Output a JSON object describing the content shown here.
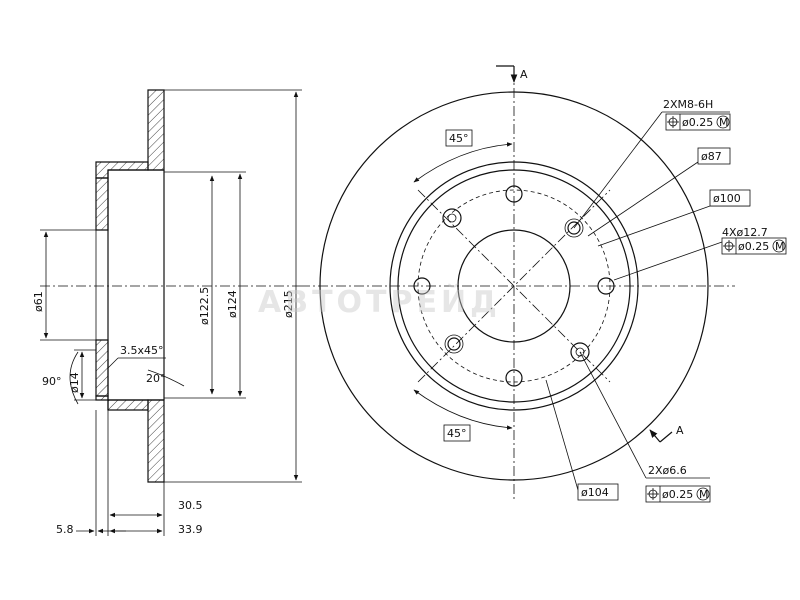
{
  "side_view": {
    "dim_d61": "ø61",
    "dim_d14": "ø14",
    "dim_angle90": "90°",
    "dim_chamfer": "3.5x45°",
    "dim_angle20": "20°",
    "dim_d122_5": "ø122.5",
    "dim_d124": "ø124",
    "dim_d215": "ø215",
    "dim_30_5": "30.5",
    "dim_5_8": "5.8",
    "dim_33_9": "33.9"
  },
  "front_view": {
    "section_a_top": "A",
    "section_a_bottom": "A",
    "angle_top": "45°",
    "angle_bottom": "45°",
    "thread_holes": "2XM8-6H",
    "thread_tol": "ø0.25",
    "d87": "ø87",
    "d100": "ø100",
    "bolt_holes": "4Xø12.7",
    "bolt_tol": "ø0.25",
    "pin_holes": "2Xø6.6",
    "pin_tol": "ø0.25",
    "d104": "ø104",
    "tol_modifier": "M"
  },
  "watermark": "АВТОТРЕЙД"
}
